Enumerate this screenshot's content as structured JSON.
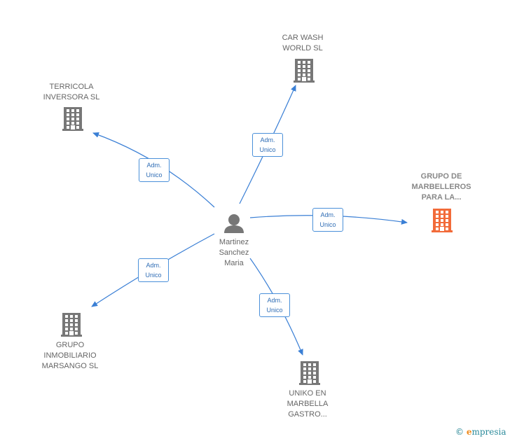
{
  "center": {
    "name": "Martinez\nSanchez\nMaria",
    "icon": "person-icon"
  },
  "companies": [
    {
      "id": "car-wash",
      "name": "CAR WASH\nWORLD  SL",
      "icon": "building-icon",
      "color": "#777777",
      "relation": "Adm.\nUnico"
    },
    {
      "id": "terricola",
      "name": "TERRICOLA\nINVERSORA SL",
      "icon": "building-icon",
      "color": "#777777",
      "relation": "Adm.\nUnico"
    },
    {
      "id": "grupo-marbelleros",
      "name": "GRUPO DE\nMARBELLEROS\nPARA LA...",
      "icon": "building-icon",
      "color": "#f26b3a",
      "relation": "Adm.\nUnico"
    },
    {
      "id": "grupo-inmobiliario",
      "name": "GRUPO\nINMOBILIARIO\nMARSANGO  SL",
      "icon": "building-icon",
      "color": "#777777",
      "relation": "Adm.\nUnico"
    },
    {
      "id": "uniko",
      "name": "UNIKO EN\nMARBELLA\nGASTRO...",
      "icon": "building-icon",
      "color": "#777777",
      "relation": "Adm.\nUnico"
    }
  ],
  "footer": {
    "copyright_symbol": "©",
    "brand_initial": "e",
    "brand_rest": "mpresia"
  }
}
